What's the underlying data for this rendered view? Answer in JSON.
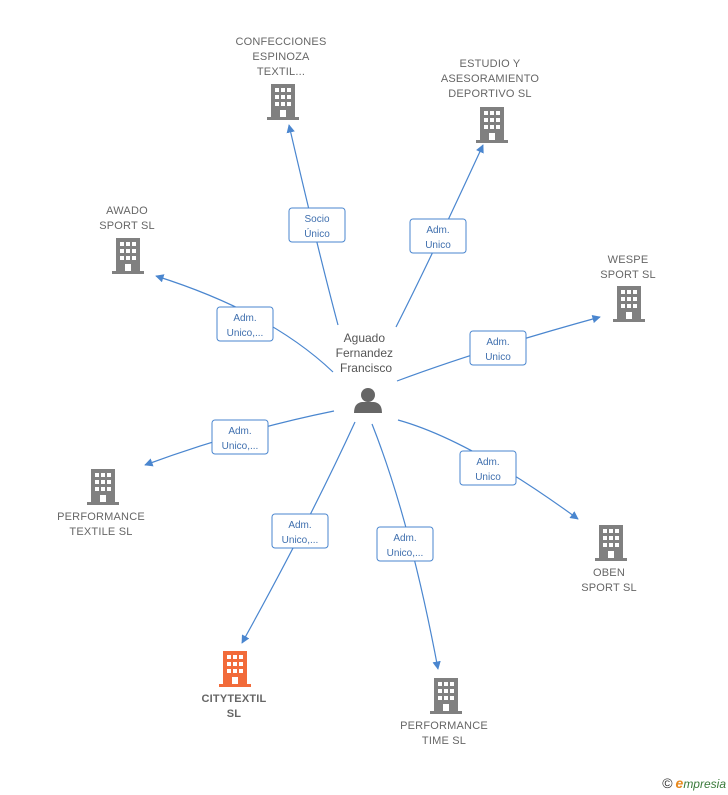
{
  "person": {
    "name_lines": [
      "Aguado",
      "Fernandez",
      "Francisco"
    ],
    "icon": "person-icon"
  },
  "companies": [
    {
      "id": "confecciones",
      "lines": [
        "CONFECCIONES",
        "ESPINOZA",
        "TEXTIL..."
      ],
      "icon": "building-icon",
      "color": "#808080",
      "role_lines": [
        "Socio",
        "Único"
      ]
    },
    {
      "id": "estudio",
      "lines": [
        "ESTUDIO Y",
        "ASESORAMIENTO",
        "DEPORTIVO SL"
      ],
      "icon": "building-icon",
      "color": "#808080",
      "role_lines": [
        "Adm.",
        "Unico"
      ]
    },
    {
      "id": "awado",
      "lines": [
        "AWADO",
        "SPORT  SL"
      ],
      "icon": "building-icon",
      "color": "#808080",
      "role_lines": [
        "Adm.",
        "Unico,..."
      ]
    },
    {
      "id": "wespe",
      "lines": [
        "WESPE",
        "SPORT SL"
      ],
      "icon": "building-icon",
      "color": "#808080",
      "role_lines": [
        "Adm.",
        "Unico"
      ]
    },
    {
      "id": "performance-textile",
      "lines": [
        "PERFORMANCE",
        "TEXTILE  SL"
      ],
      "icon": "building-icon",
      "color": "#808080",
      "role_lines": [
        "Adm.",
        "Unico,..."
      ]
    },
    {
      "id": "oben",
      "lines": [
        "OBEN",
        "SPORT  SL"
      ],
      "icon": "building-icon",
      "color": "#808080",
      "role_lines": [
        "Adm.",
        "Unico"
      ]
    },
    {
      "id": "citytextil",
      "lines": [
        "CITYTEXTIL",
        "SL"
      ],
      "icon": "building-icon",
      "color": "#f26b3a",
      "highlight": true,
      "role_lines": [
        "Adm.",
        "Unico,..."
      ]
    },
    {
      "id": "performance-time",
      "lines": [
        "PERFORMANCE",
        "TIME  SL"
      ],
      "icon": "building-icon",
      "color": "#808080",
      "role_lines": [
        "Adm.",
        "Unico,..."
      ]
    }
  ],
  "footer": {
    "copyright": "©",
    "brand_initial": "e",
    "brand_rest": "mpresia"
  },
  "colors": {
    "edge": "#4a86cf",
    "building": "#808080",
    "highlight": "#f26b3a",
    "person": "#666666"
  }
}
